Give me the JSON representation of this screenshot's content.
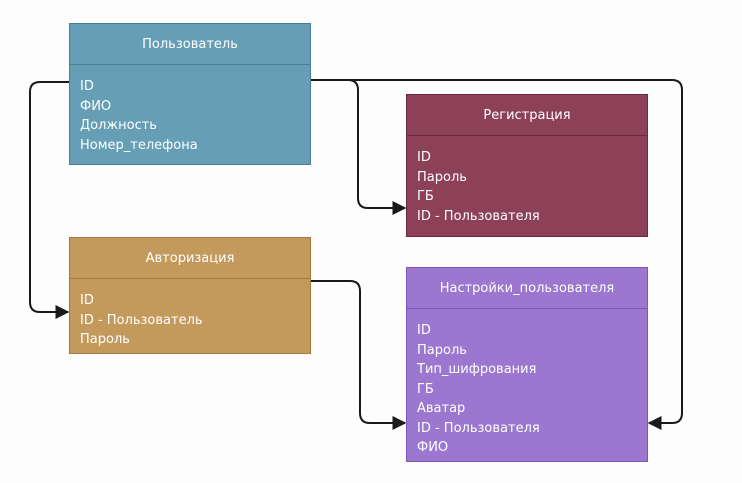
{
  "entities": {
    "user": {
      "title": "Пользователь",
      "fields": [
        "ID",
        "ФИО",
        "Должность",
        "Номер_телефона"
      ],
      "colors": {
        "fill": "#669fb5",
        "border": "#4a7e93"
      }
    },
    "registration": {
      "title": "Регистрация",
      "fields": [
        "ID",
        "Пароль",
        "ГБ",
        "ID - Пользователя"
      ],
      "colors": {
        "fill": "#8c4159",
        "border": "#6c2a40"
      }
    },
    "authorization": {
      "title": "Авторизация",
      "fields": [
        "ID",
        "ID - Пользователь",
        "Пароль"
      ],
      "colors": {
        "fill": "#c49a5c",
        "border": "#a27a3d"
      }
    },
    "user_settings": {
      "title": "Настройки_пользователя",
      "fields": [
        "ID",
        "Пароль",
        "Тип_шифрования",
        "ГБ",
        "Аватар",
        "ID - Пользователя",
        "ФИО"
      ],
      "colors": {
        "fill": "#9c77cf",
        "border": "#7d56b6"
      }
    }
  },
  "relations": [
    {
      "from": "Пользователь",
      "to": "Регистрация"
    },
    {
      "from": "Пользователь",
      "to": "Авторизация"
    },
    {
      "from": "Пользователь",
      "to": "Настройки_пользователя"
    },
    {
      "from": "Авторизация",
      "to": "Настройки_пользователя"
    }
  ],
  "connector_color": "#1a1a1a"
}
